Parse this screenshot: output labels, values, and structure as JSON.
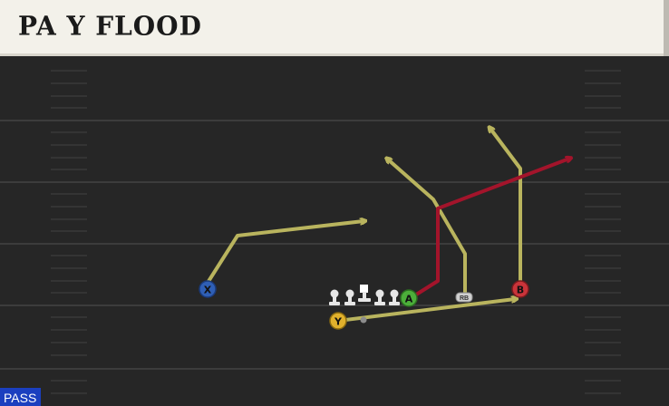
{
  "play": {
    "title": "PA Y FLOOD",
    "type_label": "PASS"
  },
  "players": {
    "x": "X",
    "a": "A",
    "b": "B",
    "y": "Y",
    "rb": "RB"
  },
  "colors": {
    "route": "#b9b45e",
    "primary_route": "#a3142b",
    "x_player": "#2f5fb5",
    "a_player": "#4caf3a",
    "b_player": "#c9343a",
    "y_player": "#e1b12c",
    "pass_tag": "#1b3fbf"
  }
}
